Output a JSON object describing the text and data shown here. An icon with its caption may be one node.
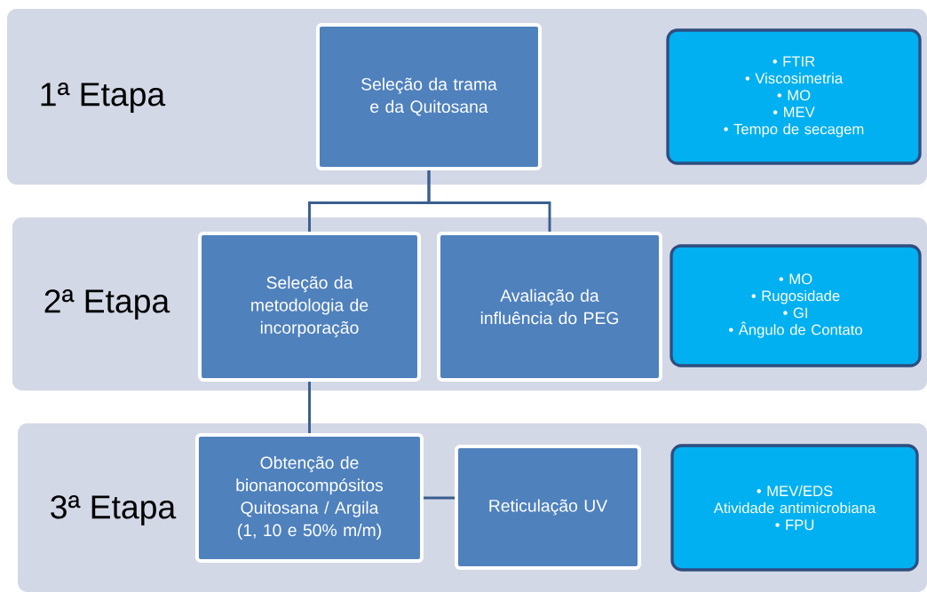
{
  "diagram": {
    "nodes": [
      {
        "text": [
          "1ª Etapa"
        ]
      },
      {
        "text": [
          "Seleção da trama e da Quitosana"
        ],
        "in": 0
      },
      {
        "text": [
          "• FTIR",
          "• Viscosimetria",
          "• MO",
          "• MEV",
          "• Tempo de secagem"
        ],
        "in": 0
      },
      {
        "text": [
          "2ª Etapa"
        ]
      },
      {
        "text": [
          "Seleção da metodologia de incorporação"
        ],
        "in": 3
      },
      {
        "text": [
          "Avaliação da influência do PEG"
        ],
        "in": 3
      },
      {
        "text": [
          "• MO",
          "• Rugosidade",
          "• GI",
          "• Ângulo de Contato"
        ],
        "in": 3
      },
      {
        "text": [
          "3ª Etapa"
        ]
      },
      {
        "text": [
          "Obtenção de bionanocompósitos Quitosana / Argila (1, 10 e 50% m/m)"
        ],
        "in": 7
      },
      {
        "text": [
          "Reticulação UV"
        ],
        "in": 7
      },
      {
        "text": [
          "• MEV/EDS",
          "Atividade antimicrobiana",
          "• FPU"
        ],
        "in": 7
      }
    ],
    "edges": [
      {
        "from": 1,
        "to": 4,
        "arrow": "none"
      },
      {
        "from": 1,
        "to": 5,
        "arrow": "none"
      },
      {
        "from": 4,
        "to": 8,
        "arrow": "none"
      },
      {
        "from": 8,
        "to": 9,
        "arrow": "none"
      }
    ]
  }
}
